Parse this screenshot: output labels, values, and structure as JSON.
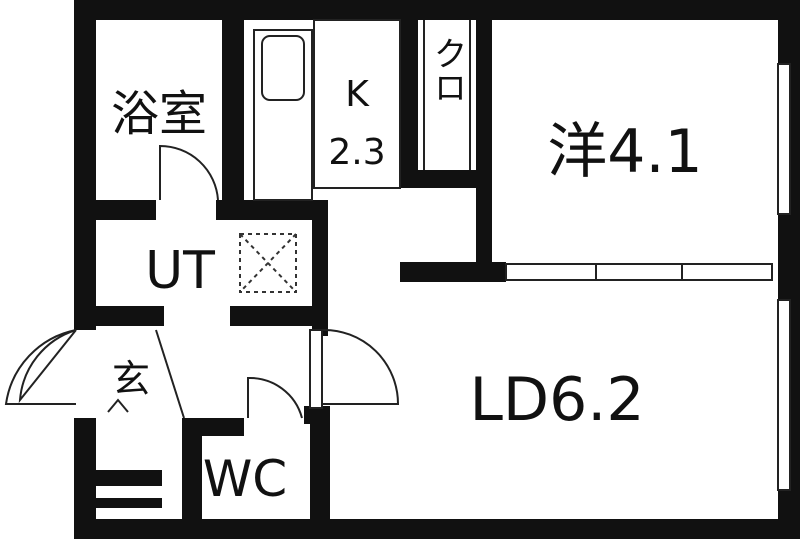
{
  "floorplan": {
    "rooms": {
      "bath": "浴室",
      "kitchen_letter": "K",
      "kitchen_size": "2.3",
      "closet": "クロ",
      "western_room": "洋4.1",
      "utility": "UT",
      "entrance": "玄",
      "toilet": "WC",
      "living_dining": "LD6.2"
    },
    "colors": {
      "wall": "#111111",
      "line": "#222222",
      "background": "#ffffff"
    }
  }
}
